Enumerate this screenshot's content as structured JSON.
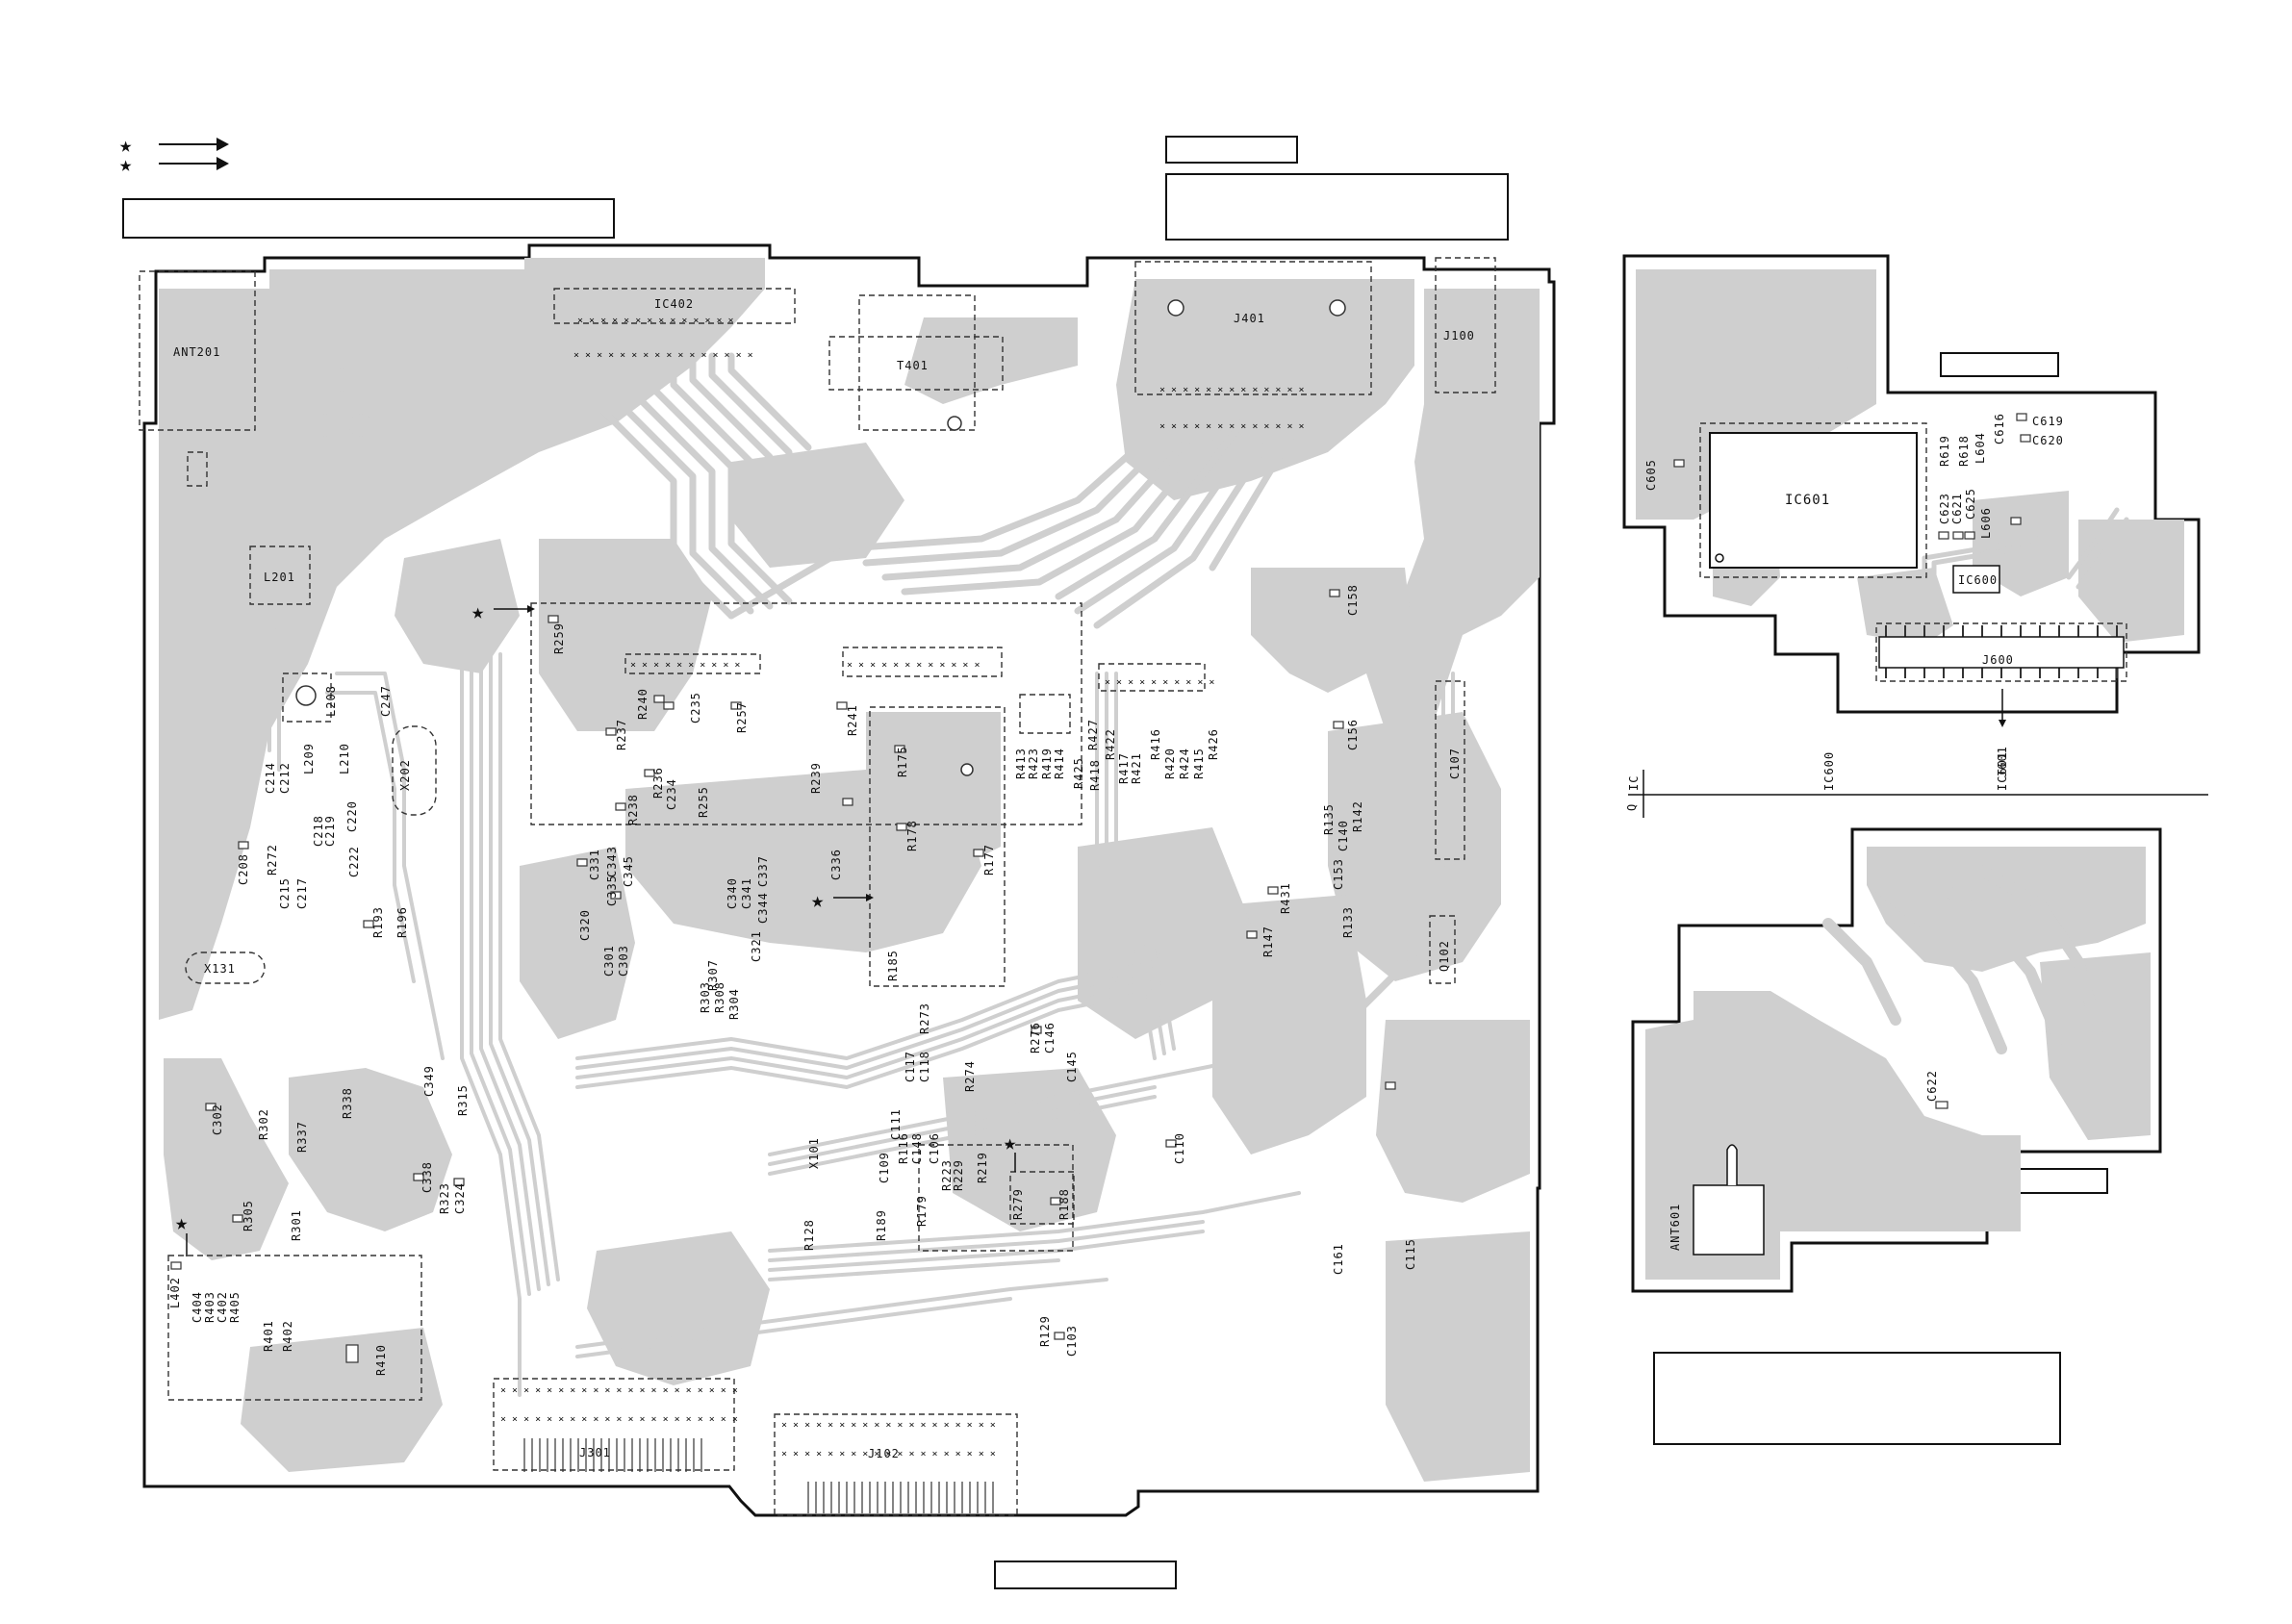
{
  "main_board": {
    "components": [
      {
        "ref": "ANT201"
      },
      {
        "ref": "IC402"
      },
      {
        "ref": "T401"
      },
      {
        "ref": "J401"
      },
      {
        "ref": "J100"
      },
      {
        "ref": "L201"
      },
      {
        "ref": "R259"
      },
      {
        "ref": "L208"
      },
      {
        "ref": "C247"
      },
      {
        "ref": "X202"
      },
      {
        "ref": "C214"
      },
      {
        "ref": "C212"
      },
      {
        "ref": "L209"
      },
      {
        "ref": "L210"
      },
      {
        "ref": "C220"
      },
      {
        "ref": "C218"
      },
      {
        "ref": "C219"
      },
      {
        "ref": "C222"
      },
      {
        "ref": "R272"
      },
      {
        "ref": "C208"
      },
      {
        "ref": "C215"
      },
      {
        "ref": "C217"
      },
      {
        "ref": "R193"
      },
      {
        "ref": "R196"
      },
      {
        "ref": "X131"
      },
      {
        "ref": "R240"
      },
      {
        "ref": "C235"
      },
      {
        "ref": "R257"
      },
      {
        "ref": "R237"
      },
      {
        "ref": "R236"
      },
      {
        "ref": "C234"
      },
      {
        "ref": "R255"
      },
      {
        "ref": "R238"
      },
      {
        "ref": "R239"
      },
      {
        "ref": "R241"
      },
      {
        "ref": "C331"
      },
      {
        "ref": "C343"
      },
      {
        "ref": "C335"
      },
      {
        "ref": "C345"
      },
      {
        "ref": "C320"
      },
      {
        "ref": "C301"
      },
      {
        "ref": "C303"
      },
      {
        "ref": "C340"
      },
      {
        "ref": "C341"
      },
      {
        "ref": "C344"
      },
      {
        "ref": "C337"
      },
      {
        "ref": "C336"
      },
      {
        "ref": "C321"
      },
      {
        "ref": "R303"
      },
      {
        "ref": "R308"
      },
      {
        "ref": "R304"
      },
      {
        "ref": "R307"
      },
      {
        "ref": "R175"
      },
      {
        "ref": "R178"
      },
      {
        "ref": "R177"
      },
      {
        "ref": "R185"
      },
      {
        "ref": "R273"
      },
      {
        "ref": "R413"
      },
      {
        "ref": "R423"
      },
      {
        "ref": "R419"
      },
      {
        "ref": "R414"
      },
      {
        "ref": "R425"
      },
      {
        "ref": "R427"
      },
      {
        "ref": "R418"
      },
      {
        "ref": "R422"
      },
      {
        "ref": "R417"
      },
      {
        "ref": "R421"
      },
      {
        "ref": "R416"
      },
      {
        "ref": "R420"
      },
      {
        "ref": "R424"
      },
      {
        "ref": "R415"
      },
      {
        "ref": "R426"
      },
      {
        "ref": "C158"
      },
      {
        "ref": "C156"
      },
      {
        "ref": "C107"
      },
      {
        "ref": "R135"
      },
      {
        "ref": "R142"
      },
      {
        "ref": "C140"
      },
      {
        "ref": "C153"
      },
      {
        "ref": "R431"
      },
      {
        "ref": "R133"
      },
      {
        "ref": "R147"
      },
      {
        "ref": "Q102"
      },
      {
        "ref": "R276"
      },
      {
        "ref": "C146"
      },
      {
        "ref": "C145"
      },
      {
        "ref": "R274"
      },
      {
        "ref": "C117"
      },
      {
        "ref": "C118"
      },
      {
        "ref": "C111"
      },
      {
        "ref": "X101"
      },
      {
        "ref": "C109"
      },
      {
        "ref": "R116"
      },
      {
        "ref": "C148"
      },
      {
        "ref": "C106"
      },
      {
        "ref": "C110"
      },
      {
        "ref": "R223"
      },
      {
        "ref": "R229"
      },
      {
        "ref": "R219"
      },
      {
        "ref": "R179"
      },
      {
        "ref": "R279"
      },
      {
        "ref": "R188"
      },
      {
        "ref": "R128"
      },
      {
        "ref": "R189"
      },
      {
        "ref": "C161"
      },
      {
        "ref": "C115"
      },
      {
        "ref": "R129"
      },
      {
        "ref": "C103"
      },
      {
        "ref": "C302"
      },
      {
        "ref": "R302"
      },
      {
        "ref": "R337"
      },
      {
        "ref": "R338"
      },
      {
        "ref": "C349"
      },
      {
        "ref": "R315"
      },
      {
        "ref": "C338"
      },
      {
        "ref": "R323"
      },
      {
        "ref": "C324"
      },
      {
        "ref": "R305"
      },
      {
        "ref": "R301"
      },
      {
        "ref": "L402"
      },
      {
        "ref": "C404"
      },
      {
        "ref": "R403"
      },
      {
        "ref": "C402"
      },
      {
        "ref": "R405"
      },
      {
        "ref": "R401"
      },
      {
        "ref": "R402"
      },
      {
        "ref": "R410"
      },
      {
        "ref": "J301"
      },
      {
        "ref": "J102"
      }
    ]
  },
  "sub_board_top": {
    "components": [
      {
        "ref": "IC601"
      },
      {
        "ref": "C605"
      },
      {
        "ref": "C623"
      },
      {
        "ref": "R619"
      },
      {
        "ref": "C621"
      },
      {
        "ref": "R618"
      },
      {
        "ref": "C625"
      },
      {
        "ref": "L604"
      },
      {
        "ref": "C616"
      },
      {
        "ref": "C619"
      },
      {
        "ref": "C620"
      },
      {
        "ref": "L606"
      },
      {
        "ref": "IC600"
      },
      {
        "ref": "J600"
      },
      {
        "ref": "J601"
      }
    ]
  },
  "sub_board_bottom": {
    "components": [
      {
        "ref": "C622"
      },
      {
        "ref": "ANT601"
      }
    ]
  },
  "divider_labels": {
    "left": "Q",
    "mid": "IC",
    "center": "IC600",
    "right": "IC601"
  },
  "colors": {
    "copper": "#cfcfcf",
    "outline": "#111111",
    "background": "#ffffff"
  }
}
